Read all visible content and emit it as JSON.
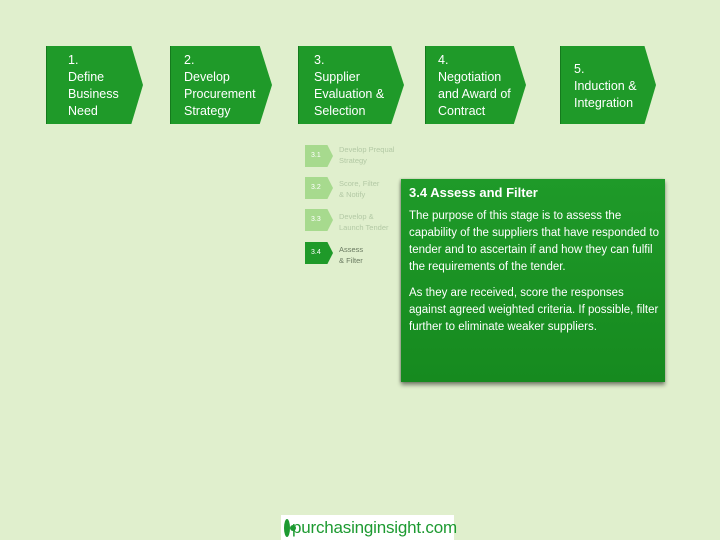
{
  "stages": [
    {
      "num": "1.",
      "label": "Define\nBusiness\nNeed"
    },
    {
      "num": "2.",
      "label": "Develop\nProcurement\nStrategy"
    },
    {
      "num": "3.",
      "label": "Supplier\nEvaluation &\nSelection"
    },
    {
      "num": "4.",
      "label": "Negotiation\nand Award of\nContract"
    },
    {
      "num": "5.",
      "label": "Induction &\nIntegration"
    }
  ],
  "substeps": [
    {
      "num": "3.1",
      "label": "Develop Prequal\nStrategy"
    },
    {
      "num": "3.2",
      "label": "Score, Filter\n& Notify"
    },
    {
      "num": "3.3",
      "label": "Develop &\nLaunch Tender"
    },
    {
      "num": "3.4",
      "label": "Assess\n& Filter",
      "active": true
    }
  ],
  "detail": {
    "title": "3.4 Assess and Filter",
    "paragraph1": "The purpose of this stage is to assess the capability of the suppliers that have responded to tender and to ascertain if and how they can fulfil the requirements of the tender.",
    "paragraph2": "As they are received, score the responses against agreed weighted criteria. If possible, filter further to eliminate weaker suppliers."
  },
  "logo": {
    "text": "purchasinginsight.com",
    "icon": "circle-logo-icon"
  },
  "colors": {
    "accent": "#1f9a29",
    "background": "#e0efcd",
    "substep_light": "#a7da8e"
  }
}
